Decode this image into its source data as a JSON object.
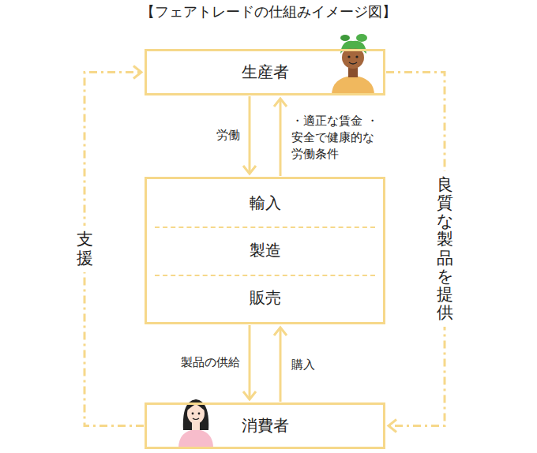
{
  "diagram": {
    "title": "【フェアトレードの仕組みイメージ図】",
    "nodes": [
      {
        "text": [
          "生産者"
        ]
      },
      {
        "text": [
          "輸入",
          "製造",
          "販売"
        ]
      },
      {
        "text": [
          "消費者"
        ]
      }
    ],
    "edges": [
      {
        "from": 0,
        "to": 1,
        "label": "労働",
        "arrow": "to"
      },
      {
        "from": 1,
        "to": 0,
        "label": "・適正な賃金 ・安全で健康的な 労働条件",
        "arrow": "to"
      },
      {
        "from": 1,
        "to": 2,
        "label": "製品の供給",
        "arrow": "to"
      },
      {
        "from": 2,
        "to": 1,
        "label": "購入",
        "arrow": "to"
      },
      {
        "from": 2,
        "to": 0,
        "label": "支援",
        "arrow": "to"
      },
      {
        "from": 0,
        "to": 2,
        "label": "良質な製品を提供",
        "arrow": "to"
      }
    ]
  }
}
